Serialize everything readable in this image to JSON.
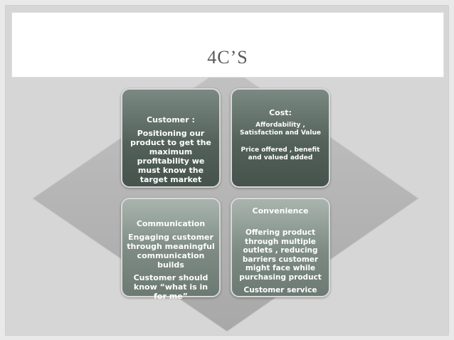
{
  "slide": {
    "title": "4C’S"
  },
  "customer": {
    "heading": "Customer :",
    "body": "Positioning our product to get the maximum profitability we must know the target market"
  },
  "cost": {
    "heading": "Cost:",
    "line1": "Affordability , Satisfaction and Value",
    "line2": "Price offered , benefit and valued added"
  },
  "communication": {
    "heading": "Communication",
    "body1": "Engaging customer through meaningful communication builds",
    "body2": "Customer should know “what is in for me”"
  },
  "convenience": {
    "heading": "Convenience",
    "body": "Offering product through multiple outlets , reducing barriers customer might face while purchasing product",
    "footer": "Customer service"
  },
  "colors": {
    "frame": "#d6d6d6",
    "title_band": "#ffffff",
    "diamond": "#b4b4b4",
    "box_dark": "#53615a",
    "box_light": "#7c8a83",
    "box_border": "#d8d8d8"
  }
}
